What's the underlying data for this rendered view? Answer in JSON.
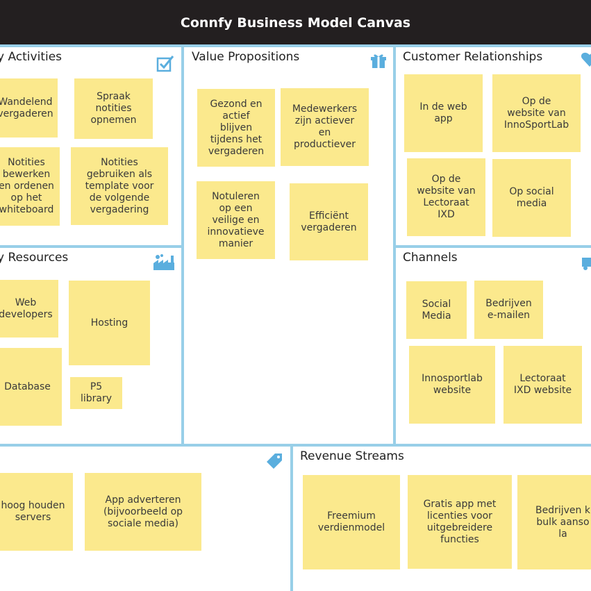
{
  "title": "Connfy Business Model Canvas",
  "colors": {
    "header_bg": "#231f20",
    "divider": "#98cfe8",
    "sticky_note": "#fbe98d",
    "icon": "#5aaede"
  },
  "sections": {
    "key_activities": "y Activities",
    "value_propositions": "Value Propositions",
    "customer_relationships": "Customer Relationships",
    "key_resources": "y Resources",
    "channels": "Channels",
    "revenue_streams": "Revenue Streams"
  },
  "icons": {
    "key_activities": "checkbox-icon",
    "value_propositions": "gift-icon",
    "customer_relationships": "heart-icon",
    "key_resources": "factory-icon",
    "channels": "truck-icon",
    "cost_structure": "price-tag-icon"
  },
  "notes": {
    "ka1": "Wandelend\nvergaderen",
    "ka2": "Spraak\nnotities\nopnemen",
    "ka3": "Notities\nbewerken\nen ordenen\nop het\nwhiteboard",
    "ka4": "Notities\ngebruiken als\ntemplate voor\nde volgende\nvergadering",
    "vp1": "Gezond en\nactief\nblijven\ntijdens het\nvergaderen",
    "vp2": "Medewerkers\nzijn actiever\nen\nproductiever",
    "vp3": "Notuleren\nop een\nveilige en\ninnovatieve\nmanier",
    "vp4": "Efficiënt\nvergaderen",
    "cr1": "In de web\napp",
    "cr2": "Op de\nwebsite van\nInnoSportLab",
    "cr3": "Op de\nwebsite van\nLectoraat\nIXD",
    "cr4": "Op social\nmedia",
    "kr1": "Web\ndevelopers",
    "kr2": "Hosting",
    "kr3": "Database",
    "kr4": "P5\nlibrary",
    "ch1": "Social\nMedia",
    "ch2": "Bedrijven\ne-mailen",
    "ch3": "Innosportlab\nwebsite",
    "ch4": "Lectoraat\nIXD website",
    "cs1": "hoog houden\nservers",
    "cs2": "App adverteren\n(bijvoorbeeld op\nsociale media)",
    "rs1": "Freemium\nverdienmodel",
    "rs2": "Gratis app met\nlicenties voor\nuitgebreidere\nfuncties",
    "rs3": "Bedrijven k\nbulk aanso\nla"
  }
}
